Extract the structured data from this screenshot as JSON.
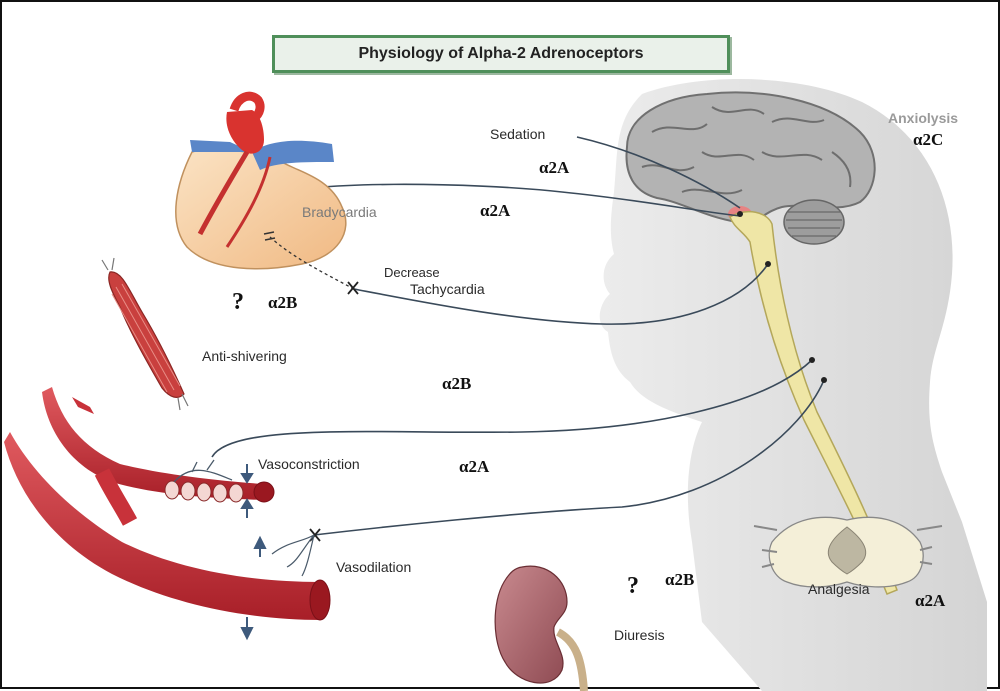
{
  "title": "Physiology of Alpha-2 Adrenoceptors",
  "labels": {
    "sedation": "Sedation",
    "anxiolysis": "Anxiolysis",
    "bradycardia": "Bradycardia",
    "decrease": "Decrease",
    "tachycardia": "Tachycardia",
    "anti_shivering": "Anti-shivering",
    "vasoconstriction": "Vasoconstriction",
    "vasodilation": "Vasodilation",
    "analgesia": "Analgesia",
    "diuresis": "Diuresis"
  },
  "receptors": {
    "sedation": "α2A",
    "bradycardia": "α2A",
    "anxiolysis": "α2C",
    "anti_shivering": "α2B",
    "central": "α2B",
    "vasoconstriction": "α2A",
    "diuresis": "α2B",
    "analgesia": "α2A"
  },
  "question_mark": "?",
  "colors": {
    "title_border": "#4f8f5a",
    "vessel_red": "#c8323a",
    "heart_peach": "#f6d3a8",
    "spinal_cord": "#efe6a6",
    "head_silhouette": "#d9d9d9",
    "brain_gray": "#9c9c9c",
    "nerve_line": "#3a4a5a"
  }
}
